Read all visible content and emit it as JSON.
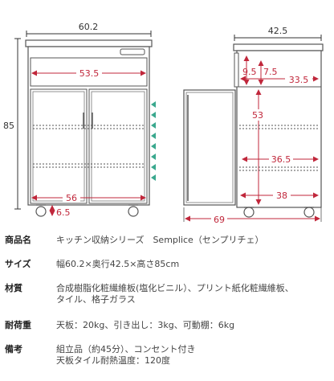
{
  "colors": {
    "dimension_red": "#c0273b",
    "dimension_dark": "#333333",
    "arrow_teal": "#3aa88e",
    "outline": "#555555"
  },
  "front_view": {
    "width_label": "60.2",
    "height_label": "85",
    "drawer_width_label": "53.5",
    "door_width_label": "56",
    "leg_height_label": "6.5"
  },
  "side_view": {
    "depth_label": "42.5",
    "drawer_height_label": "9.5",
    "drawer_inner_height_label": "7.5",
    "drawer_depth_label": "33.5",
    "cabinet_height_label": "53",
    "shelf_depth_label": "36.5",
    "bottom_depth_label": "38",
    "open_depth_label": "69"
  },
  "specs": [
    {
      "label": "商品名",
      "lines": [
        "キッチン収納シリーズ　Semplice（センプリチェ）"
      ]
    },
    {
      "label": "サイズ",
      "lines": [
        "幅60.2×奥行42.5×高さ85cm"
      ]
    },
    {
      "label": "材質",
      "lines": [
        "合成樹脂化粧繊維板(塩化ビニル）、プリント紙化粧繊維板、",
        "タイル、格子ガラス"
      ]
    },
    {
      "label": "耐荷重",
      "lines": [
        "天板：20kg、引き出し：3kg、可動棚：6kg"
      ]
    },
    {
      "label": "備考",
      "lines": [
        "組立品（約45分）、コンセント付き",
        "天板タイル耐熱温度：120度"
      ]
    }
  ]
}
